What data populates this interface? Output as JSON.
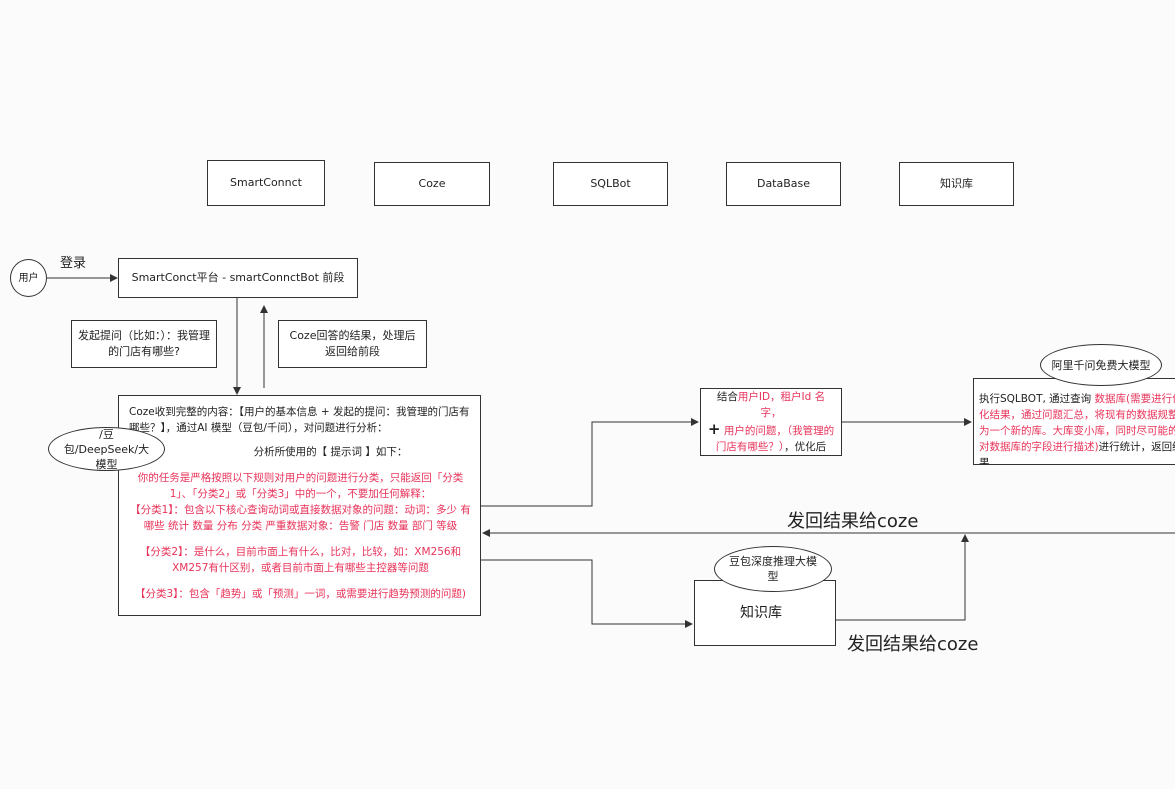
{
  "lanes": [
    "SmartConnct",
    "Coze",
    "SQLBot",
    "DataBase",
    "知识库"
  ],
  "user": "用户",
  "login": "登录",
  "frontend": "SmartConct平台 - smartConnctBot 前段",
  "ask": "发起提问（比如：）：我管理的门店有哪些?",
  "answer_back": "Coze回答的结果，处理后返回给前段",
  "coze_box": {
    "intro": "Coze收到完整的内容：【用户的基本信息 + 发起的提问：我管理的门店有哪些？】，通过AI 模型（豆包/千问），对问题进行分析：",
    "prompt_title": "分析所使用的【 提示词 】如下：",
    "rule": "你的任务是严格按照以下规则对用户的问题进行分类，只能返回「分类1」、「分类2」或「分类3」中的一个，不要加任何解释：",
    "cat1_tag": "【分类1】",
    "cat1": "：包含以下核心查询动词或直接数据对象的问题：动词：多少 有哪些 统计 数量 分布 分类 严重数据对象：告警 门店  数量 部门  等级",
    "cat2_tag": "【分类2】",
    "cat2": "：是什么，目前市面上有什么，比对，比较，如：XM256和XM257有什区别，或者目前市面上有哪些主控器等问题",
    "cat3": "【分类3】：包含「趋势」或「预测」一词，或需要进行趋势预测的问题)"
  },
  "model_ellipse": "/豆包/DeepSeek/大模型",
  "combine_box": {
    "pre": "结合",
    "red1": "用户ID，租户Id 名字，",
    "plus": "+",
    "red2": "用户的问题，（我管理的门店有哪些？）",
    "post": "，优化后"
  },
  "sqlbot_box": {
    "pre": "执行SQLBOT, 通过查询",
    "red": "数据库(需要进行优化结果，通过问题汇总，将现有的数据规整为一个新的库。大库变小库，同时尽可能的对数据库的字段进行描述)",
    "post": "进行统计，返回结果"
  },
  "ali_ellipse": "阿里千问免费大模型",
  "return1": "发回结果给coze",
  "kb_box": "知识库",
  "doubao_ellipse": "豆包深度推理大模型",
  "return2": "发回结果给coze"
}
